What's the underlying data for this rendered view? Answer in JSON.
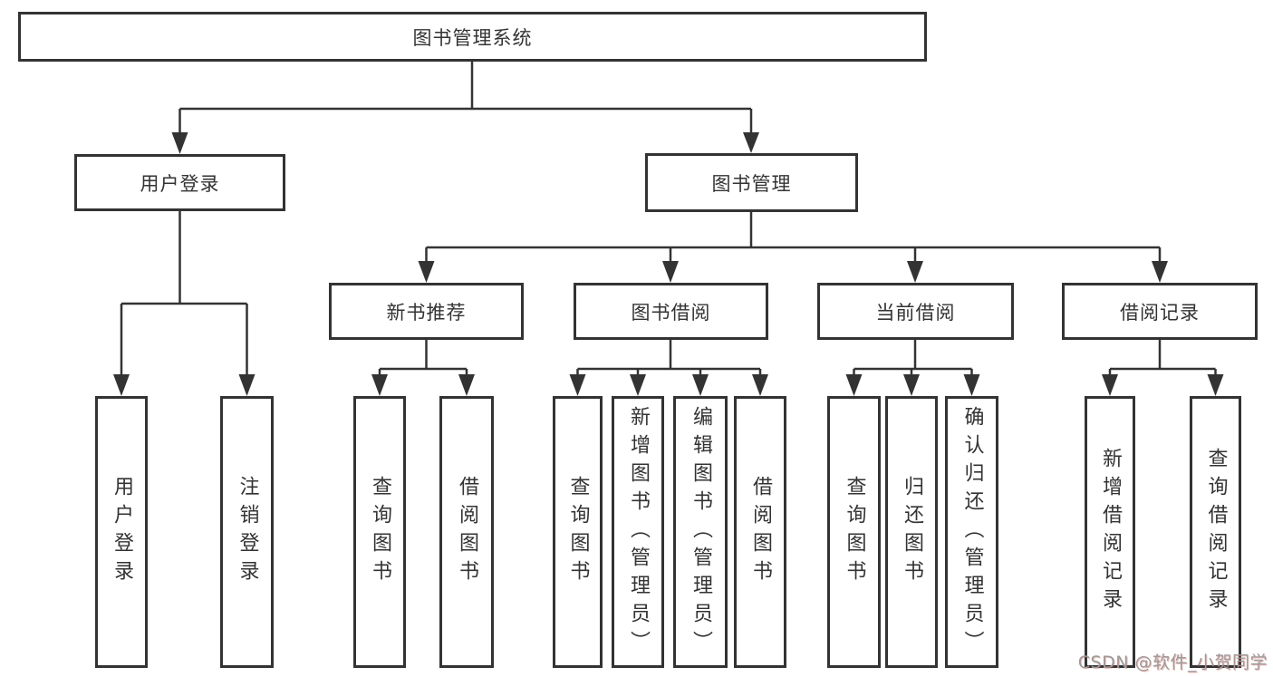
{
  "diagram": {
    "type": "hierarchy-tree",
    "tree": {
      "label": "图书管理系统",
      "children": [
        {
          "label": "用户登录",
          "children": [
            {
              "label": "用户登录"
            },
            {
              "label": "注销登录"
            }
          ]
        },
        {
          "label": "图书管理",
          "children": [
            {
              "label": "新书推荐",
              "children": [
                {
                  "label": "查询图书"
                },
                {
                  "label": "借阅图书"
                }
              ]
            },
            {
              "label": "图书借阅",
              "children": [
                {
                  "label": "查询图书"
                },
                {
                  "label": "新增图书（管理员）"
                },
                {
                  "label": "编辑图书（管理员）"
                },
                {
                  "label": "借阅图书"
                }
              ]
            },
            {
              "label": "当前借阅",
              "children": [
                {
                  "label": "查询图书"
                },
                {
                  "label": "归还图书"
                },
                {
                  "label": "确认归还（管理员）"
                }
              ]
            },
            {
              "label": "借阅记录",
              "children": [
                {
                  "label": "新增借阅记录"
                },
                {
                  "label": "查询借阅记录"
                }
              ]
            }
          ]
        }
      ]
    },
    "colors": {
      "line": "#333333",
      "box_border": "#333333",
      "box_background": "#ffffff",
      "text": "#333333",
      "watermark_text": "#9b9b9b"
    }
  },
  "watermark": "CSDN @软件_小贺同学"
}
